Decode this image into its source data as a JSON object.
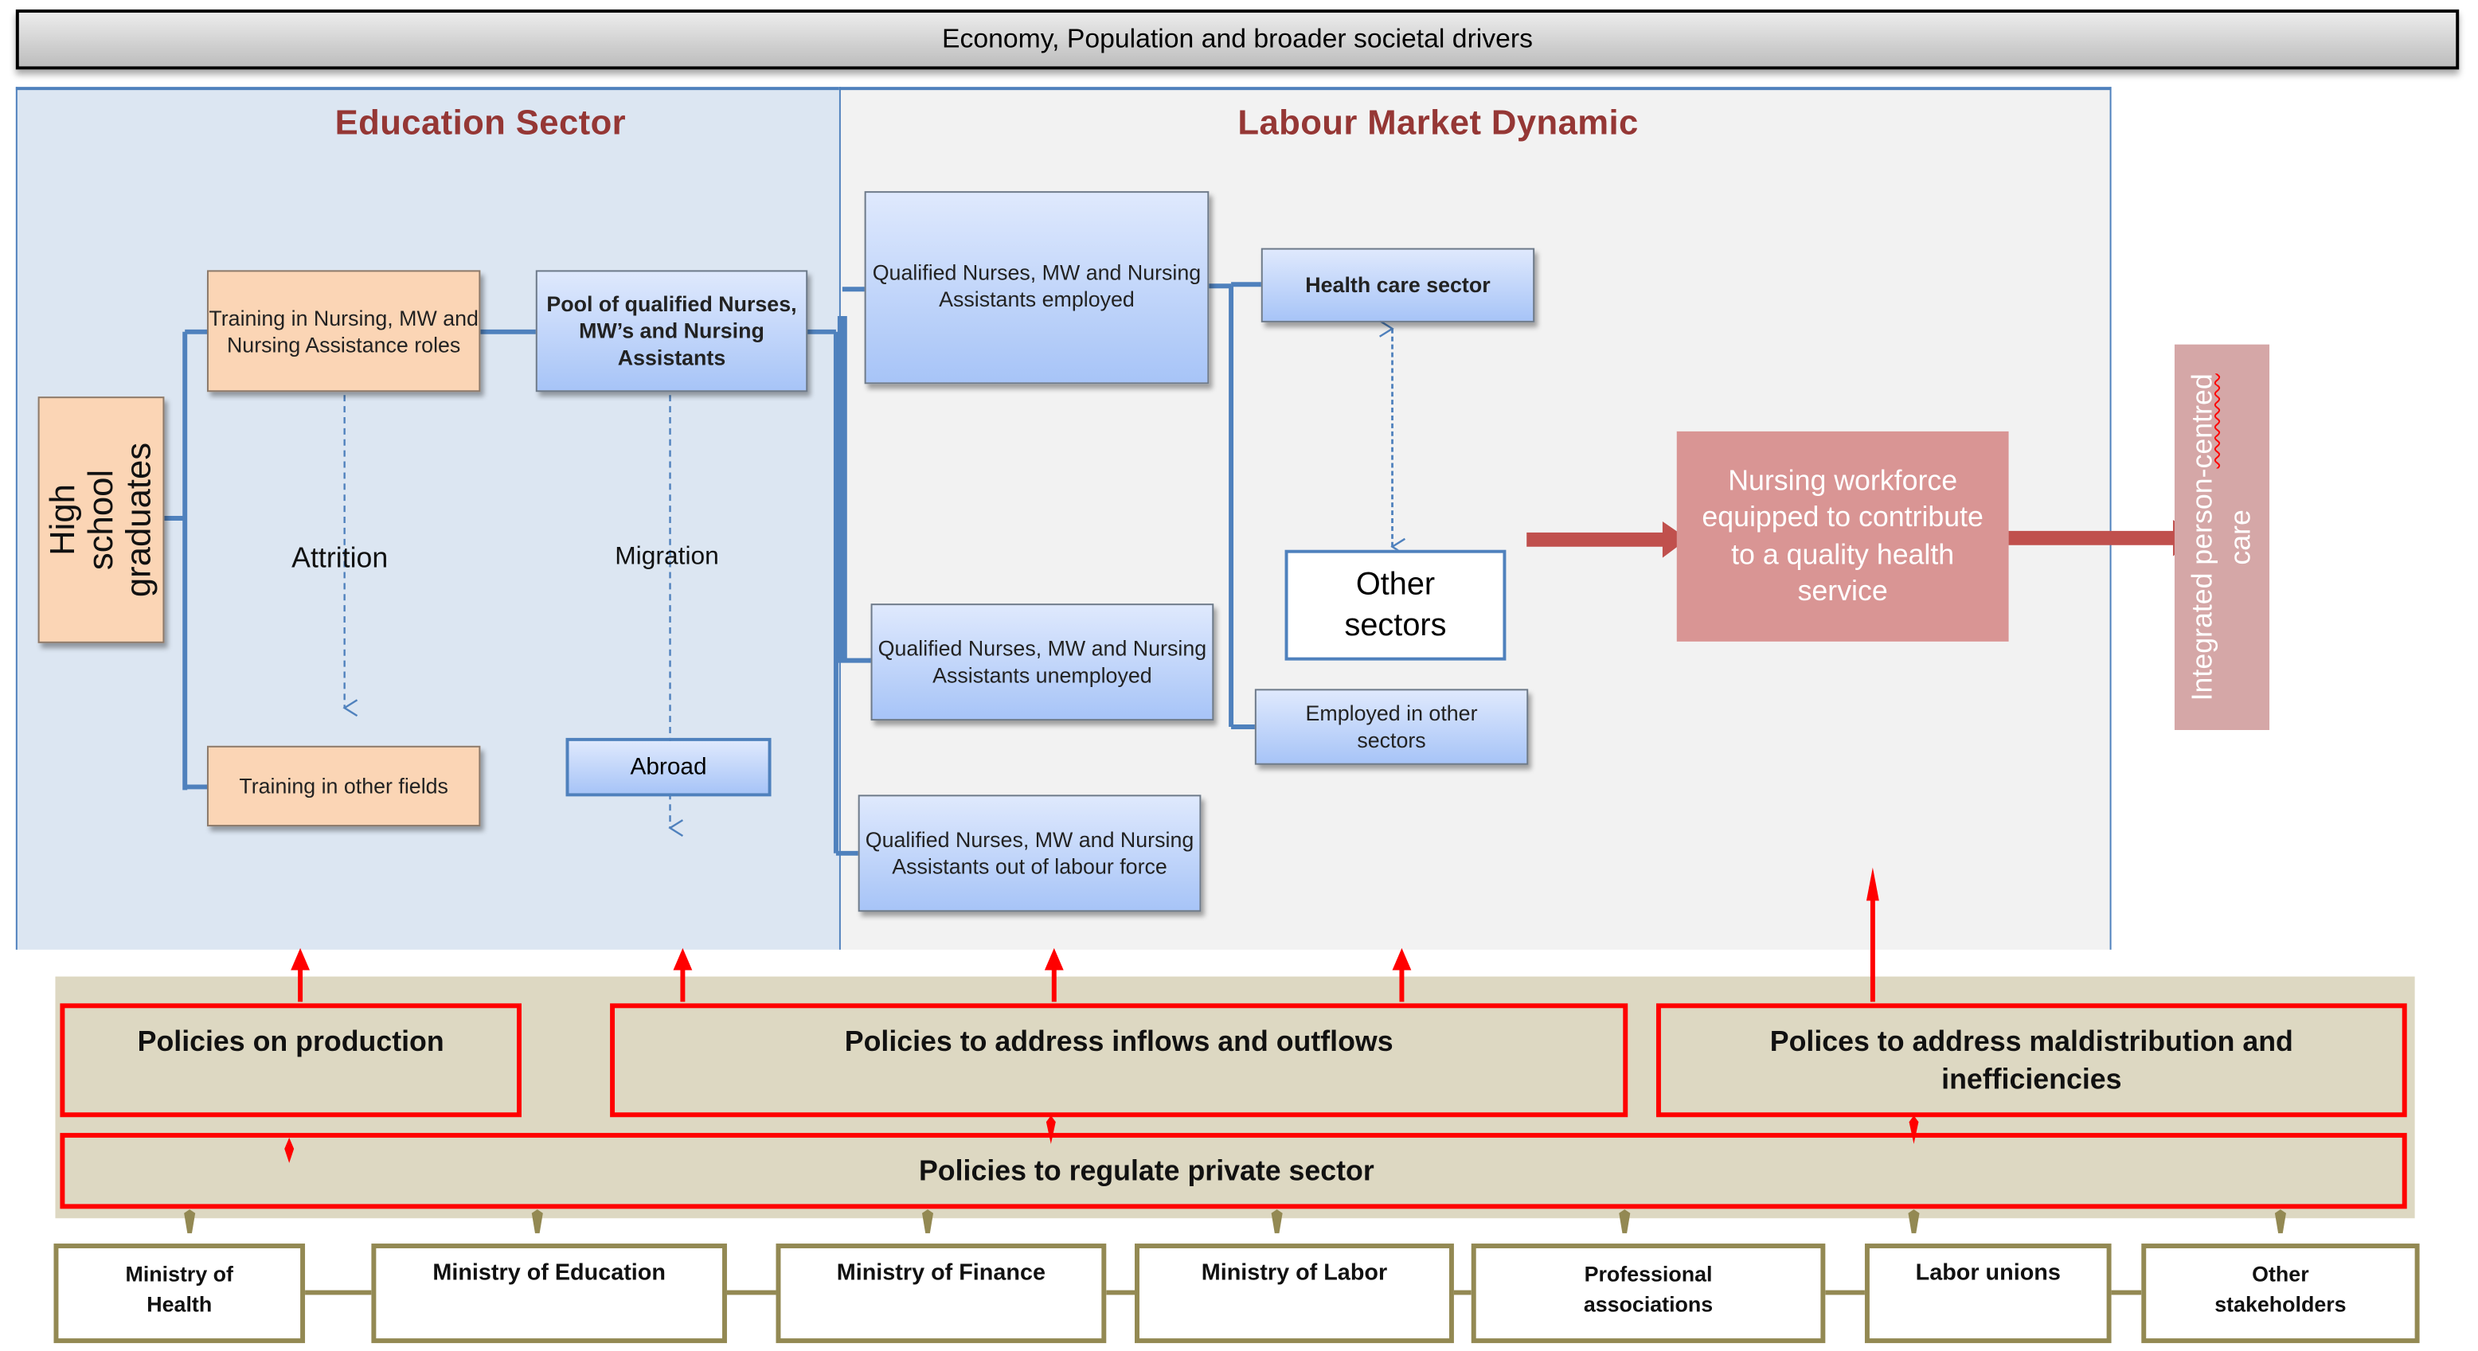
{
  "header": {
    "title": "Economy, Population and broader societal drivers"
  },
  "sections": {
    "education": {
      "title": "Education Sector"
    },
    "labour": {
      "title": "Labour Market Dynamic"
    }
  },
  "education_nodes": {
    "high_school": "High school graduates",
    "training_nursing": "Training in Nursing, MW and Nursing Assistance roles",
    "training_other": "Training in other fields",
    "pool": "Pool of qualified Nurses, MW’s and Nursing Assistants",
    "abroad": "Abroad",
    "attrition": "Attrition",
    "migration": "Migration"
  },
  "labour_nodes": {
    "employed": "Qualified Nurses, MW and Nursing Assistants employed",
    "unemployed": "Qualified Nurses, MW and Nursing Assistants unemployed",
    "out_of_labour_force": "Qualified Nurses, MW and Nursing Assistants out of labour force",
    "health_care_sector": "Health care sector",
    "other_sectors": "Other sectors",
    "employed_other_sectors": "Employed in other sectors"
  },
  "outcomes": {
    "nursing_workforce": "Nursing workforce equipped to contribute to a quality health service",
    "integrated_care_prefix": "Integrated person-",
    "integrated_care_flagged": "centred",
    "integrated_care_suffix": "care"
  },
  "policies": {
    "production": "Policies on production",
    "inflows_outflows": "Policies to address inflows and outflows",
    "maldistribution": "Polices to address maldistribution and inefficiencies",
    "private_sector": "Policies to regulate private sector"
  },
  "stakeholders": [
    "Ministry of Health",
    "Ministry of Education",
    "Ministry of Finance",
    "Ministry of Labor",
    "Professional associations",
    "Labor unions",
    "Other stakeholders"
  ],
  "colors": {
    "section_title": "#953735",
    "education_bg": "#dce6f2",
    "labour_bg": "#f2f2f2",
    "connector_blue": "#4f81bd",
    "policy_red": "#ff0000",
    "policy_band": "#ddd8c2",
    "stakeholder_border": "#938953",
    "outcome_red": "#d99594",
    "arrow_dark_red": "#c0504d"
  }
}
